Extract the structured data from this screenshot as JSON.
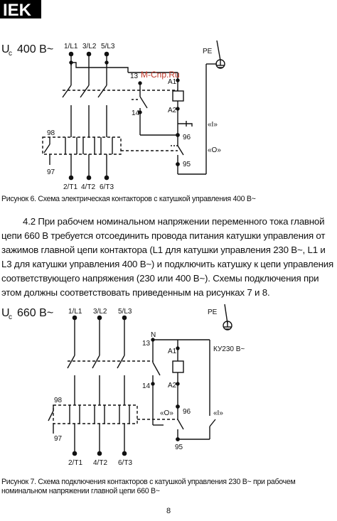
{
  "logo": {
    "text": "IEK"
  },
  "watermark": "M-Cnp.Ru",
  "diagram1": {
    "voltage": "U",
    "voltage_sub": "c",
    "voltage_value": "400 В~",
    "terminals_top": [
      "1/L1",
      "3/L2",
      "5/L3"
    ],
    "terminals_bottom": [
      "2/T1",
      "4/T2",
      "6/T3"
    ],
    "pe": "PE",
    "aux_98": "98",
    "aux_97": "97",
    "t13": "13",
    "t14": "14",
    "a1": "A1",
    "a2": "A2",
    "t96": "96",
    "t95": "95",
    "on": "«I»",
    "off": "«O»"
  },
  "caption1": "Рисунок 6. Схема электрическая контакторов с катушкой управления 400 В~",
  "paragraph": {
    "line1": "4.2 При рабочем номинальном напряжении переменного тока главной",
    "rest": "цепи 660 В требуется отсоединить провода питания катушки управления от зажимов главной цепи контактора (L1 для катушки управления 230 В~, L1 и L3 для катушки управления 400 В~) и подключить катушку к цепи управления соответствующего напряжения (230 или 400 В~). Схемы подключения при этом должны соответствовать приведенным на рисунках 7 и 8."
  },
  "diagram2": {
    "voltage": "U",
    "voltage_sub": "c",
    "voltage_value": "660 В~",
    "terminals_top": [
      "1/L1",
      "3/L2",
      "5/L3"
    ],
    "terminals_bottom": [
      "2/T1",
      "4/T2",
      "6/T3"
    ],
    "pe": "PE",
    "n": "N",
    "aux_98": "98",
    "aux_97": "97",
    "t13": "13",
    "t14": "14",
    "a1": "A1",
    "a2": "A2",
    "t96": "96",
    "t95": "95",
    "on": "«I»",
    "off": "«O»",
    "coil": "КУ230 В~"
  },
  "caption2": {
    "line1": "Рисунок 7. Схема подключения контакторов с катушкой управления 230 В~ при рабочем",
    "line2": "номинальном напряжении главной цепи 660 В~"
  },
  "page_number": "8"
}
